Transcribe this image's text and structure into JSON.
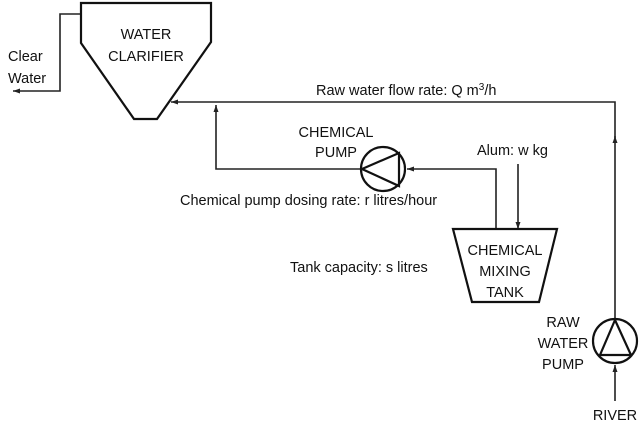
{
  "clarifier": {
    "line1": "WATER",
    "line2": "CLARIFIER"
  },
  "clear_water": {
    "line1": "Clear",
    "line2": "Water"
  },
  "raw_water_flow": {
    "label": "Raw water flow rate:  Q m",
    "superscript": "3",
    "unit_suffix": "/h"
  },
  "chemical_pump": {
    "line1": "CHEMICAL",
    "line2": "PUMP"
  },
  "alum": {
    "label": "Alum:  w kg"
  },
  "dosing_rate": {
    "label": "Chemical pump dosing rate:   r litres/hour"
  },
  "tank_capacity": {
    "label": "Tank capacity:  s  litres"
  },
  "mixing_tank": {
    "line1": "CHEMICAL",
    "line2": "MIXING",
    "line3": "TANK"
  },
  "raw_water_pump": {
    "line1": "RAW",
    "line2": "WATER",
    "line3": "PUMP"
  },
  "river": {
    "label": "RIVER"
  },
  "colors": {
    "stroke": "#111111",
    "background": "#ffffff"
  }
}
